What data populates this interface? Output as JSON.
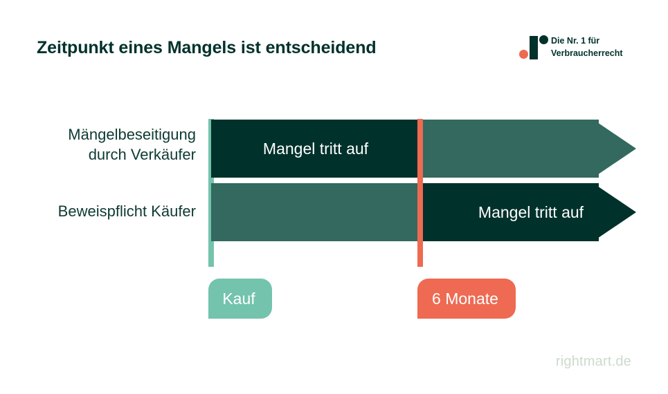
{
  "header": {
    "title": "Zeitpunkt eines Mangels ist entscheidend",
    "brand": {
      "line1": "Die Nr. 1 für",
      "line2": "Verbraucherrecht",
      "mark_icon": "rightmart-logo-icon"
    }
  },
  "colors": {
    "dark_teal": "#00312b",
    "mid_teal": "#33695f",
    "mint": "#74c3ad",
    "coral": "#ee6a52",
    "title_text": "#00312b",
    "label_text": "#0e3a33",
    "footer_text": "#ccdbcd",
    "background": "#ffffff"
  },
  "chart_data": {
    "type": "bar",
    "title": "Zeitpunkt eines Mangels ist entscheidend",
    "xlabel": "",
    "ylabel": "",
    "orientation": "horizontal",
    "grid": false,
    "legend": "none",
    "x_markers": [
      {
        "id": "kauf",
        "label": "Kauf",
        "value": 0,
        "color": "#74c3ad"
      },
      {
        "id": "6monate",
        "label": "6 Monate",
        "value": 6,
        "color": "#ee6a52"
      }
    ],
    "x_unit": "Monate",
    "xlim": [
      0,
      12
    ],
    "categories": [
      "Mängelbeseitigung durch Verkäufer",
      "Beweispflicht Käufer"
    ],
    "rows": [
      {
        "id": "row-1",
        "label_line1": "Mängelbeseitigung",
        "label_line2": "durch Verkäufer",
        "caption": "Mangel tritt auf",
        "caption_segment": "before-marker",
        "segments": [
          {
            "id": "bar1-dark",
            "from": 0,
            "to": 6,
            "color": "#00312b",
            "emphasis": "high"
          },
          {
            "id": "bar1-light",
            "from": 6,
            "to": 12,
            "color": "#33695f",
            "emphasis": "low"
          }
        ],
        "arrow_end": true
      },
      {
        "id": "row-2",
        "label_line1": "Beweispflicht Käufer",
        "label_line2": "",
        "caption": "Mangel tritt auf",
        "caption_segment": "after-marker",
        "segments": [
          {
            "id": "bar2-light",
            "from": 0,
            "to": 6,
            "color": "#33695f",
            "emphasis": "low"
          },
          {
            "id": "bar2-dark",
            "from": 6,
            "to": 12,
            "color": "#00312b",
            "emphasis": "high"
          }
        ],
        "arrow_end": true
      }
    ]
  },
  "footer": {
    "wordmark": "rightmart.de"
  }
}
